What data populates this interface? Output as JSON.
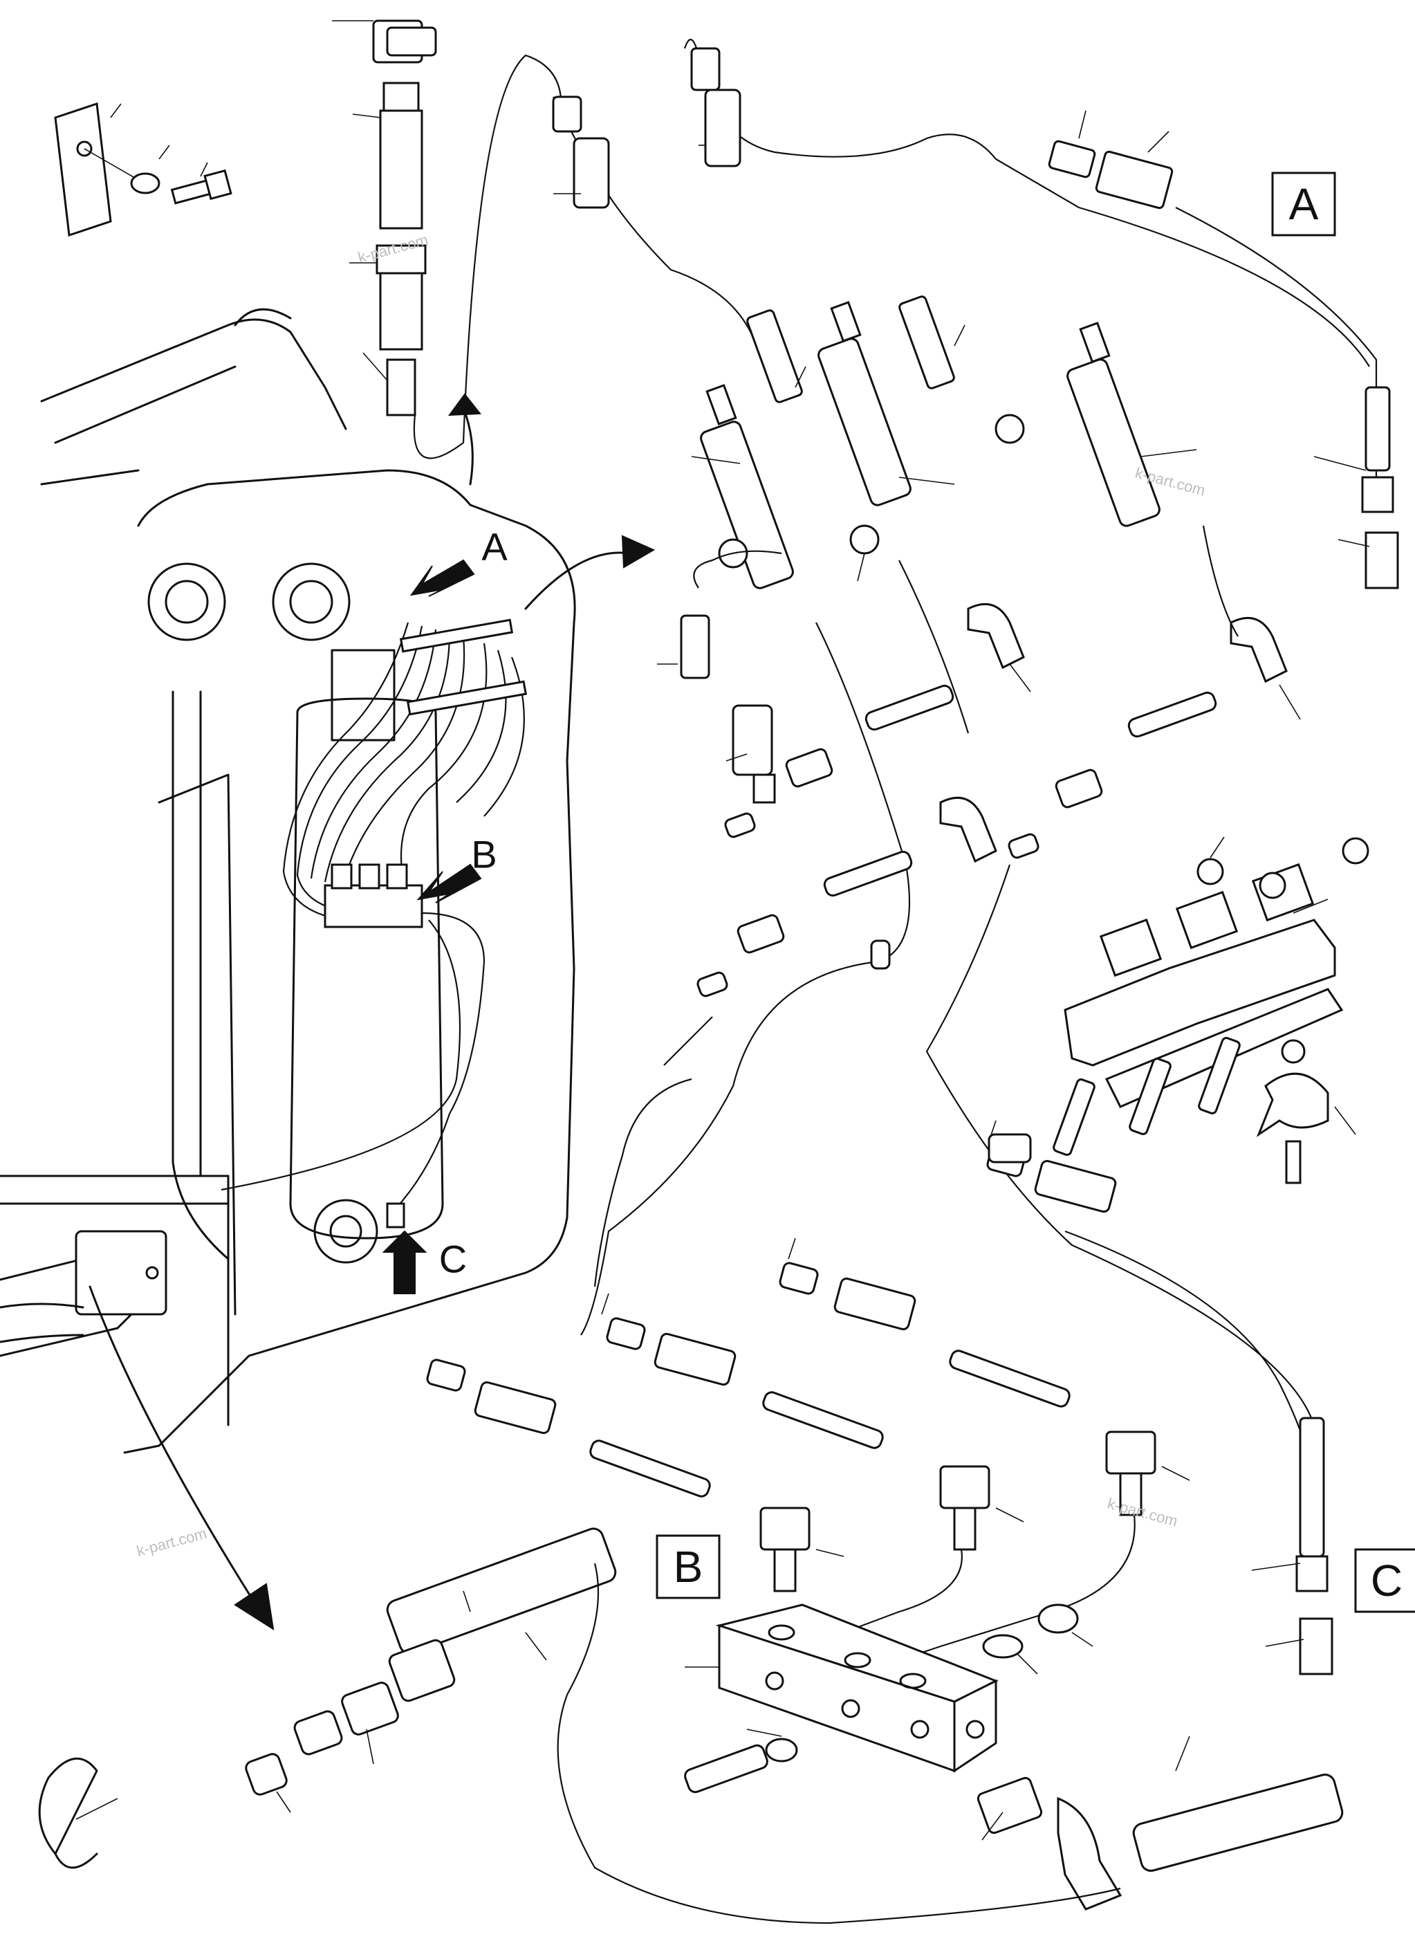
{
  "callouts": {
    "A": "A",
    "B": "B",
    "C": "C"
  },
  "arrow_labels": {
    "A": "A",
    "B": "B",
    "C": "C"
  },
  "watermark": "k-part.com"
}
